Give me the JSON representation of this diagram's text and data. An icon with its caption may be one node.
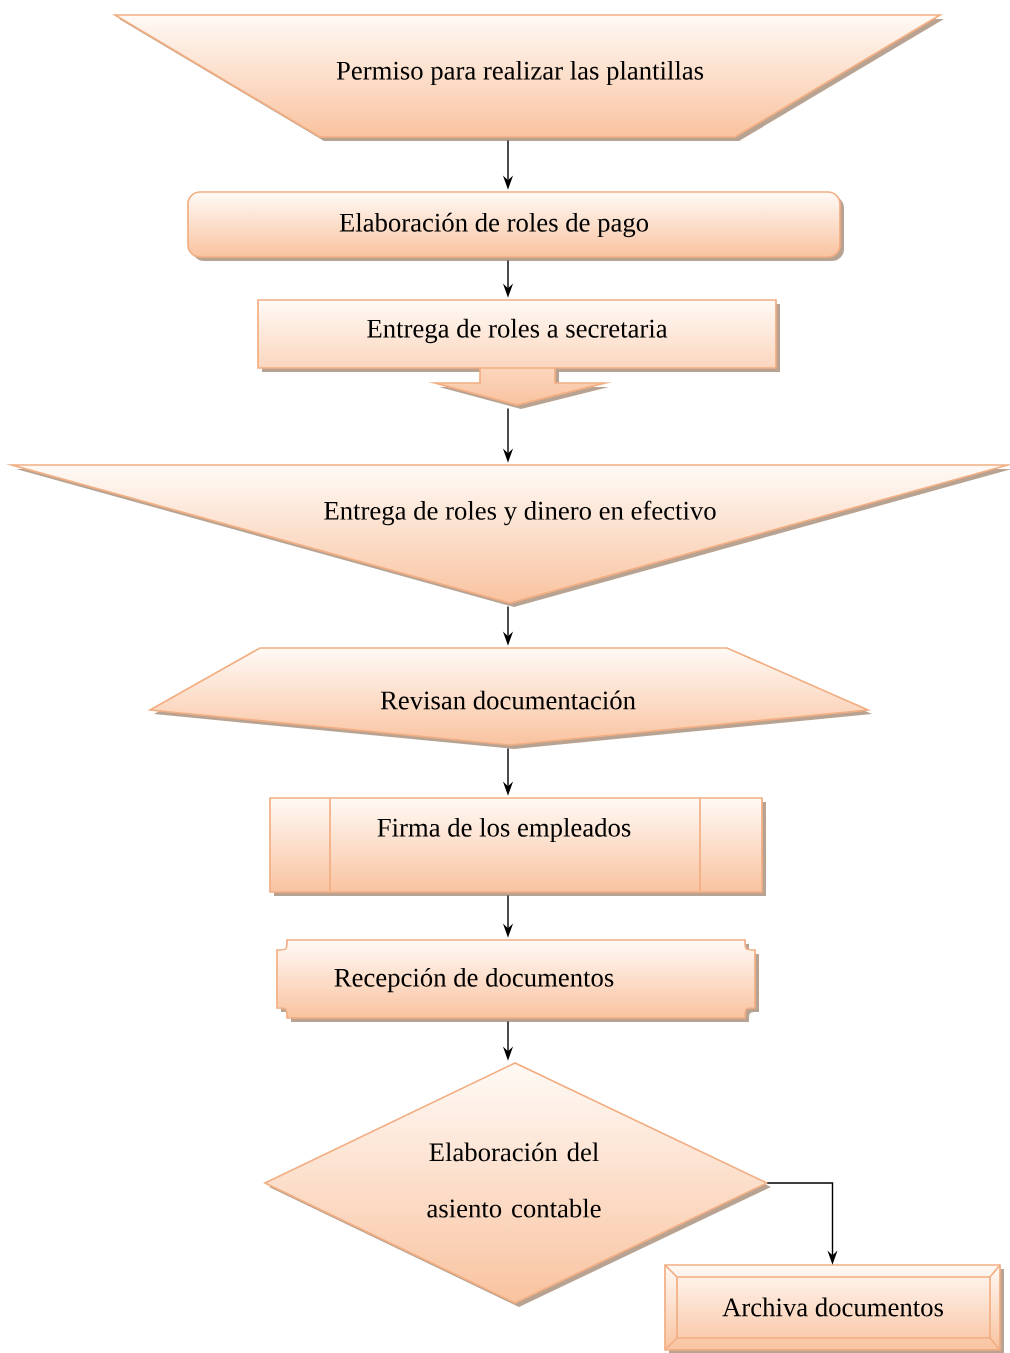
{
  "diagram": {
    "nodes": [
      {
        "text": [
          "Permiso para realizar las plantillas"
        ]
      },
      {
        "text": [
          "Elaboración de roles de pago"
        ]
      },
      {
        "text": [
          "Entrega de roles a secretaria"
        ]
      },
      {
        "text": [
          "Entrega de roles y dinero en efectivo"
        ]
      },
      {
        "text": [
          "Revisan documentación"
        ]
      },
      {
        "text": [
          "Firma de los empleados"
        ]
      },
      {
        "text": [
          "Recepción de documentos"
        ]
      },
      {
        "text": [
          "Elaboración del asiento contable"
        ]
      },
      {
        "text": [
          "Archiva documentos"
        ]
      }
    ],
    "edges": [
      {
        "from": 0,
        "to": 1,
        "arrow": "to"
      },
      {
        "from": 1,
        "to": 2,
        "arrow": "to"
      },
      {
        "from": 2,
        "to": 3,
        "arrow": "to"
      },
      {
        "from": 3,
        "to": 4,
        "arrow": "to"
      },
      {
        "from": 4,
        "to": 5,
        "arrow": "to"
      },
      {
        "from": 5,
        "to": 6,
        "arrow": "to"
      },
      {
        "from": 6,
        "to": 7,
        "arrow": "to"
      },
      {
        "from": 7,
        "to": 8,
        "arrow": "to"
      }
    ]
  }
}
